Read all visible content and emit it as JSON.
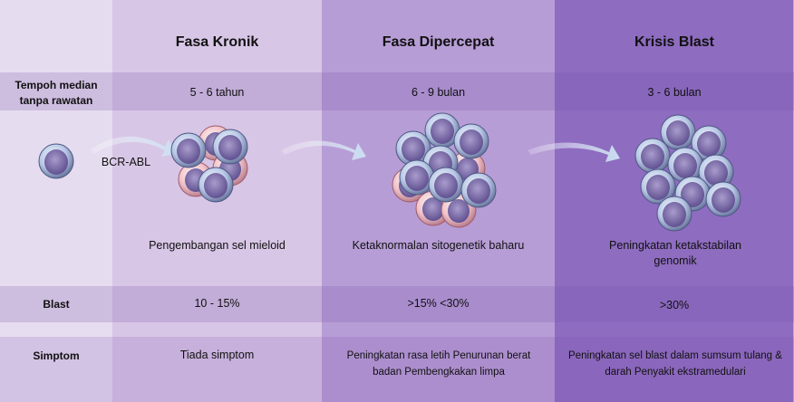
{
  "headers": {
    "phase1": "Fasa Kronik",
    "phase2": "Fasa Dipercepat",
    "phase3": "Krisis Blast"
  },
  "rows": {
    "tempoh_label": "Tempoh median tanpa rawatan",
    "blast_label": "Blast",
    "symptom_label": "Simptom"
  },
  "tempoh": {
    "phase1": "5 - 6 tahun",
    "phase2": "6 - 9 bulan",
    "phase3": "3 - 6 bulan"
  },
  "arrow_label": "BCR-ABL",
  "descriptions": {
    "phase1": "Pengembangan sel mieloid",
    "phase2": "Ketaknormalan sitogenetik baharu",
    "phase3": "Peningkatan ketakstabilan genomik"
  },
  "blast": {
    "phase1": "10 - 15%",
    "phase2": ">15% <30%",
    "phase3": ">30%"
  },
  "symptoms": {
    "phase1": "Tiada simptom",
    "phase2": "Peningkatan rasa letih Penurunan berat badan Pembengkakan limpa",
    "phase3": "Peningkatan sel blast dalam sumsum tulang & darah Penyakit ekstramedulari"
  },
  "colors": {
    "label_column": "#e6dcef",
    "chronic_column": "#d8c6e6",
    "accelerated_column": "#b79dd6",
    "blast_column": "#8e6cc0",
    "blast_cell": "#7a6fa8",
    "myeloid_cell": "#e9b3c0",
    "arrow": "#c7dcef"
  }
}
